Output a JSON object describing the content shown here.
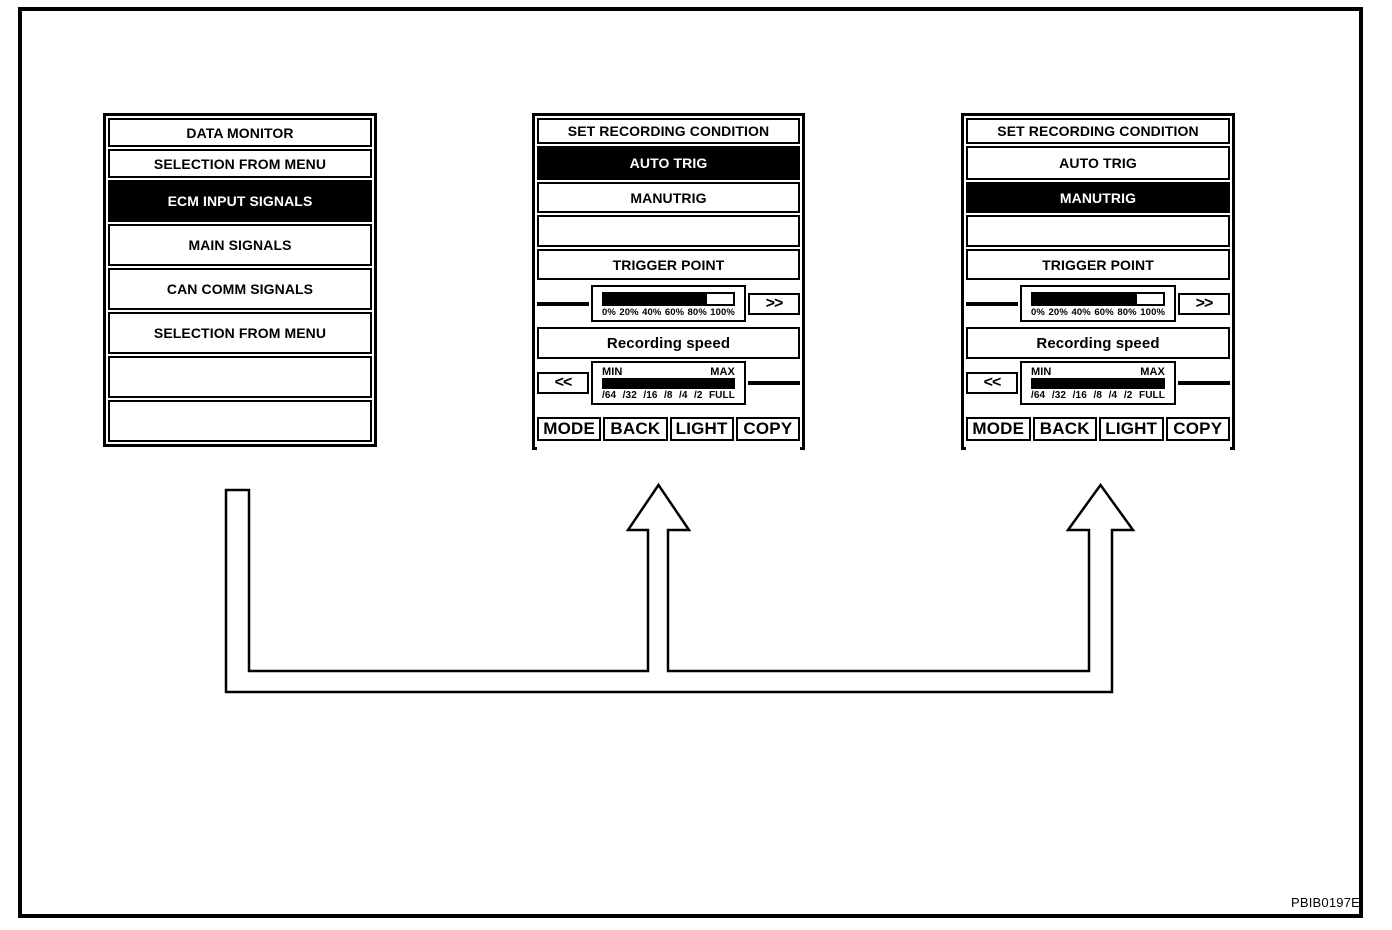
{
  "figure": {
    "code": "PBIB0197E"
  },
  "data_monitor": {
    "title": "DATA MONITOR",
    "rows": [
      "SELECTION FROM MENU",
      "ECM INPUT SIGNALS",
      "MAIN SIGNALS",
      "CAN COMM SIGNALS",
      "SELECTION FROM MENU",
      "",
      ""
    ],
    "selected_row": "ECM INPUT SIGNALS"
  },
  "recording_panels": [
    {
      "title": "SET RECORDING CONDITION",
      "modes": [
        "AUTO TRIG",
        "MANUTRIG"
      ],
      "selected_mode": "AUTO TRIG",
      "trigger_point": {
        "label": "TRIGGER POINT",
        "fill_percent": 80,
        "scale": [
          "0%",
          "20%",
          "40%",
          "60%",
          "80%",
          "100%"
        ],
        "forward_button": ">>"
      },
      "recording_speed": {
        "label": "Recording speed",
        "min_label": "MIN",
        "max_label": "MAX",
        "fill_percent": 100,
        "scale": [
          "/64",
          "/32",
          "/16",
          "/8",
          "/4",
          "/2",
          "FULL"
        ],
        "back_button": "<<"
      },
      "function_keys": [
        "MODE",
        "BACK",
        "LIGHT",
        "COPY"
      ]
    },
    {
      "title": "SET RECORDING CONDITION",
      "modes": [
        "AUTO TRIG",
        "MANUTRIG"
      ],
      "selected_mode": "MANUTRIG",
      "trigger_point": {
        "label": "TRIGGER POINT",
        "fill_percent": 80,
        "scale": [
          "0%",
          "20%",
          "40%",
          "60%",
          "80%",
          "100%"
        ],
        "forward_button": ">>"
      },
      "recording_speed": {
        "label": "Recording speed",
        "min_label": "MIN",
        "max_label": "MAX",
        "fill_percent": 100,
        "scale": [
          "/64",
          "/32",
          "/16",
          "/8",
          "/4",
          "/2",
          "FULL"
        ],
        "back_button": "<<"
      },
      "function_keys": [
        "MODE",
        "BACK",
        "LIGHT",
        "COPY"
      ]
    }
  ]
}
